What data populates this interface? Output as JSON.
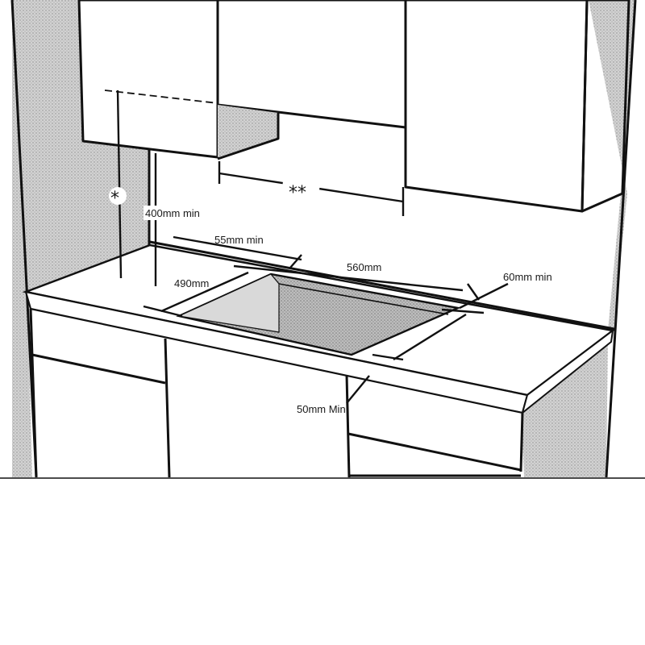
{
  "diagram": {
    "labels": {
      "height_marker": "*",
      "height_min": "400mm min",
      "cabinet_gap": "**",
      "rear_clearance": "55mm min",
      "cutout_width": "560mm",
      "cutout_depth": "490mm",
      "side_clearance": "60mm min",
      "front_clearance": "50mm Min"
    },
    "colors": {
      "wall_shade": "#c9c9c9",
      "cutout_shade": "#b5b5b5",
      "line": "#111111",
      "worktop": "#ffffff"
    }
  }
}
